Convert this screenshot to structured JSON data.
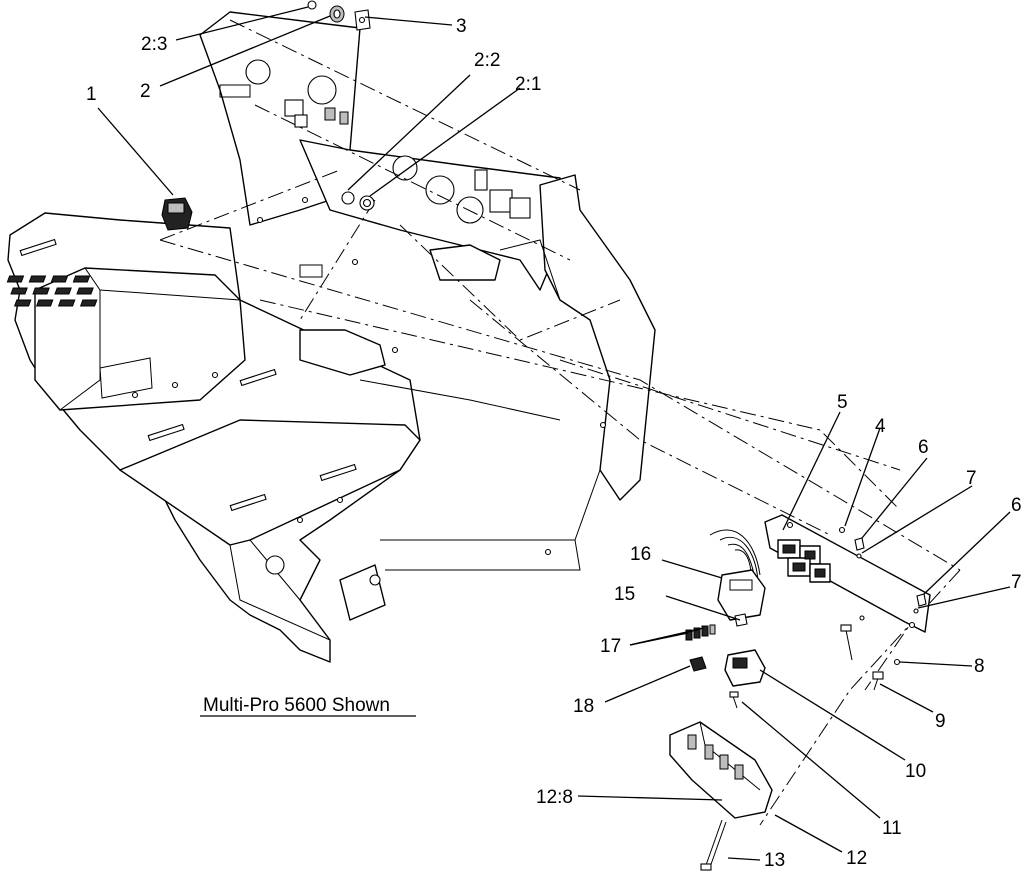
{
  "caption": "Multi-Pro 5600 Shown",
  "callouts": [
    {
      "id": "c-1",
      "label": "1"
    },
    {
      "id": "c-2",
      "label": "2"
    },
    {
      "id": "c-2-1",
      "label": "2:1"
    },
    {
      "id": "c-2-2",
      "label": "2:2"
    },
    {
      "id": "c-2-3",
      "label": "2:3"
    },
    {
      "id": "c-3",
      "label": "3"
    },
    {
      "id": "c-4",
      "label": "4"
    },
    {
      "id": "c-5",
      "label": "5"
    },
    {
      "id": "c-6a",
      "label": "6"
    },
    {
      "id": "c-6b",
      "label": "6"
    },
    {
      "id": "c-7a",
      "label": "7"
    },
    {
      "id": "c-7b",
      "label": "7"
    },
    {
      "id": "c-8",
      "label": "8"
    },
    {
      "id": "c-9",
      "label": "9"
    },
    {
      "id": "c-10",
      "label": "10"
    },
    {
      "id": "c-11",
      "label": "11"
    },
    {
      "id": "c-12",
      "label": "12"
    },
    {
      "id": "c-12-8",
      "label": "12:8"
    },
    {
      "id": "c-13",
      "label": "13"
    },
    {
      "id": "c-15",
      "label": "15"
    },
    {
      "id": "c-16",
      "label": "16"
    },
    {
      "id": "c-17",
      "label": "17"
    },
    {
      "id": "c-18",
      "label": "18"
    }
  ]
}
